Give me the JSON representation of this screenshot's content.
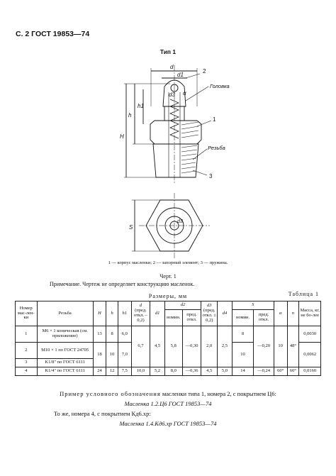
{
  "page_header": "С. 2 ГОСТ 19853—74",
  "drawing": {
    "type_title": "Тип 1",
    "labels": {
      "d": "d",
      "d1": "d1",
      "alpha": "α",
      "d3": "d3",
      "h": "h",
      "h1": "h1",
      "H": "H",
      "S": "S",
      "callout_2": "2",
      "callout_1": "1",
      "callout_3": "3",
      "golovka": "Головка",
      "rezba": "Резьба"
    },
    "legend": "1 — корпус масленки; 2 — запорный элемент; 3 — пружина.",
    "caption": "Черт. 1"
  },
  "note": "Примечание. Чертеж не определяет конструкцию масленок.",
  "table": {
    "number": "Таблица 1",
    "title": "Размеры, мм",
    "headers": {
      "nomer": "Номер мас-лен-ки",
      "rezba": "Резьба",
      "H": "H",
      "h": "h",
      "h1": "h1",
      "d": "d",
      "d_sub": "(пред. откл. – 0,2)",
      "d1": "d1",
      "d2": "d2",
      "nomin": "номин.",
      "pred_otkl": "пред. откл.",
      "d3": "d3",
      "d3_sub": "(пред. откл. ± 0,2)",
      "d4": "d4",
      "S": "S",
      "nomin2": "номин.",
      "pred_otkl2": "пред. откл.",
      "alpha": "α",
      "n": "n",
      "massa": "Масса, кг, не бо-лее"
    },
    "rows": [
      {
        "num": "1",
        "thread": "М6 × 1 коническая (см. приложение)",
        "H": "13",
        "h": "8",
        "h1": "6,0",
        "S": "8",
        "massa": "0,0030"
      },
      {
        "num": "2",
        "thread": "М10 × 1 по ГОСТ 24705",
        "H": "18",
        "h": "10",
        "h1": "7,0",
        "S": "10",
        "massa": "0,0062"
      },
      {
        "num": "3",
        "thread": "K1/8\" по ГОСТ 6111"
      },
      {
        "num": "4",
        "thread": "K1/4\" по ГОСТ 6111",
        "H": "24",
        "h": "12",
        "h1": "7,5",
        "d": "10,0",
        "d1": "5,2",
        "d2": "8,0",
        "d2_dev": "—0,36",
        "d3": "4,5",
        "d4": "5,0",
        "S": "14",
        "S_dev": "—0,24",
        "alpha": "60°",
        "n": "60°",
        "massa": "0,0160"
      }
    ],
    "merged_1_3": {
      "d": "6,7",
      "d1": "4,5",
      "d2": "5,8",
      "d2_dev": "—0,30",
      "d3": "2,0",
      "d4": "2,5",
      "S_dev": "—0,20",
      "alpha": "10",
      "n": "48°"
    }
  },
  "designation": {
    "heading_spaced": "Пример условного обозначения",
    "heading_rest": "масленки типа 1, номера 2, с покрытием Ц6:",
    "example1": "Масленка 1.2.Ц6 ГОСТ 19853—74",
    "text2": "То же, номера 4, с покрытием Кд6.хр:",
    "example2": "Масленка 1.4.Кд6.хр ГОСТ 19853—74"
  }
}
